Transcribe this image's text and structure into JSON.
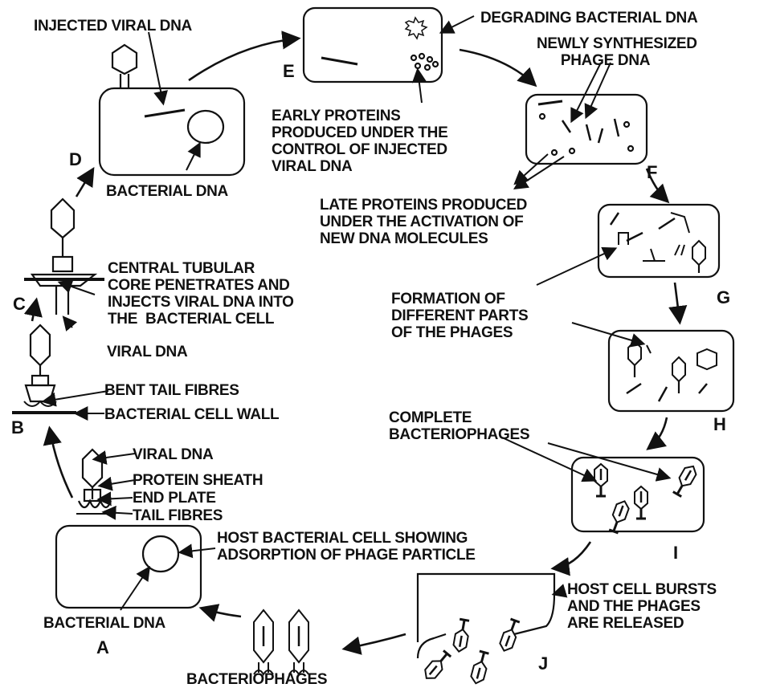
{
  "labels": {
    "injected_viral_dna": "INJECTED VIRAL DNA",
    "degrading_bacterial_dna": "DEGRADING BACTERIAL DNA",
    "newly_synthesized": "NEWLY SYNTHESIZED\n      PHAGE DNA",
    "early_proteins": "EARLY PROTEINS\nPRODUCED UNDER THE\nCONTROL OF INJECTED\nVIRAL DNA",
    "bacterial_dna_d": "BACTERIAL DNA",
    "late_proteins": "LATE PROTEINS PRODUCED\nUNDER THE ACTIVATION OF\nNEW DNA MOLECULES",
    "central_core": "CENTRAL TUBULAR\nCORE PENETRATES AND\nINJECTS VIRAL DNA INTO\nTHE  BACTERIAL CELL",
    "formation": "FORMATION OF\nDIFFERENT PARTS\nOF THE PHAGES",
    "viral_dna_c": "VIRAL DNA",
    "bent_tail": "BENT TAIL FIBRES",
    "cell_wall": "BACTERIAL CELL WALL",
    "complete_phages": "COMPLETE\nBACTERIOPHAGES",
    "viral_dna_a": "VIRAL DNA",
    "protein_sheath": "PROTEIN SHEATH",
    "end_plate": "END PLATE",
    "tail_fibres": "TAIL FIBRES",
    "host_cell": "HOST BACTERIAL CELL SHOWING\nADSORPTION OF PHAGE PARTICLE",
    "host_bursts": "HOST CELL BURSTS\nAND THE PHAGES\nARE RELEASED",
    "bacterial_dna_a": "BACTERIAL DNA",
    "bacteriophages": "BACTERIOPHAGES"
  },
  "steps": {
    "a": "A",
    "b": "B",
    "c": "C",
    "d": "D",
    "e": "E",
    "f": "F",
    "g": "G",
    "h": "H",
    "i": "I",
    "j": "J"
  }
}
